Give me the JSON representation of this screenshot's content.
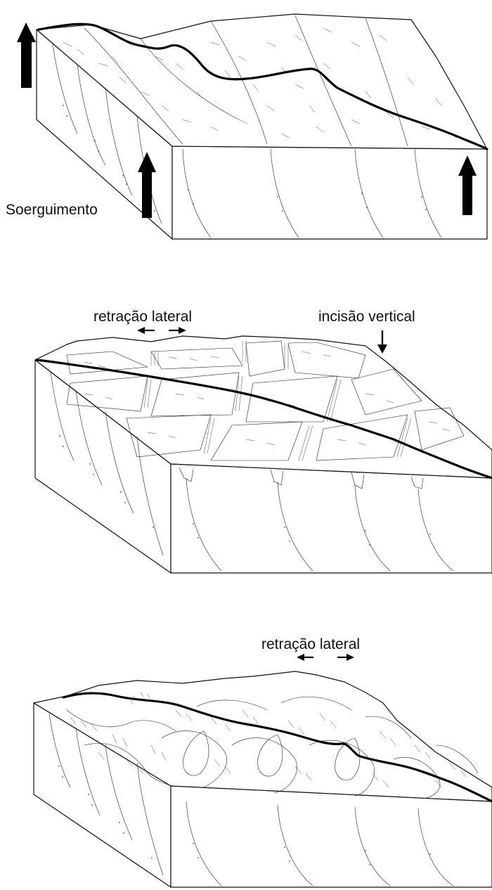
{
  "labels": {
    "uplift": "Soerguimento",
    "lateral_retreat_1": "retração lateral",
    "vertical_incision": "incisão vertical",
    "lateral_retreat_2": "retração lateral"
  },
  "icons": [
    "up-arrow-icon",
    "left-arrow-icon",
    "right-arrow-icon",
    "down-arrow-icon"
  ],
  "colors": {
    "ink": "#111111",
    "background": "#ffffff"
  }
}
